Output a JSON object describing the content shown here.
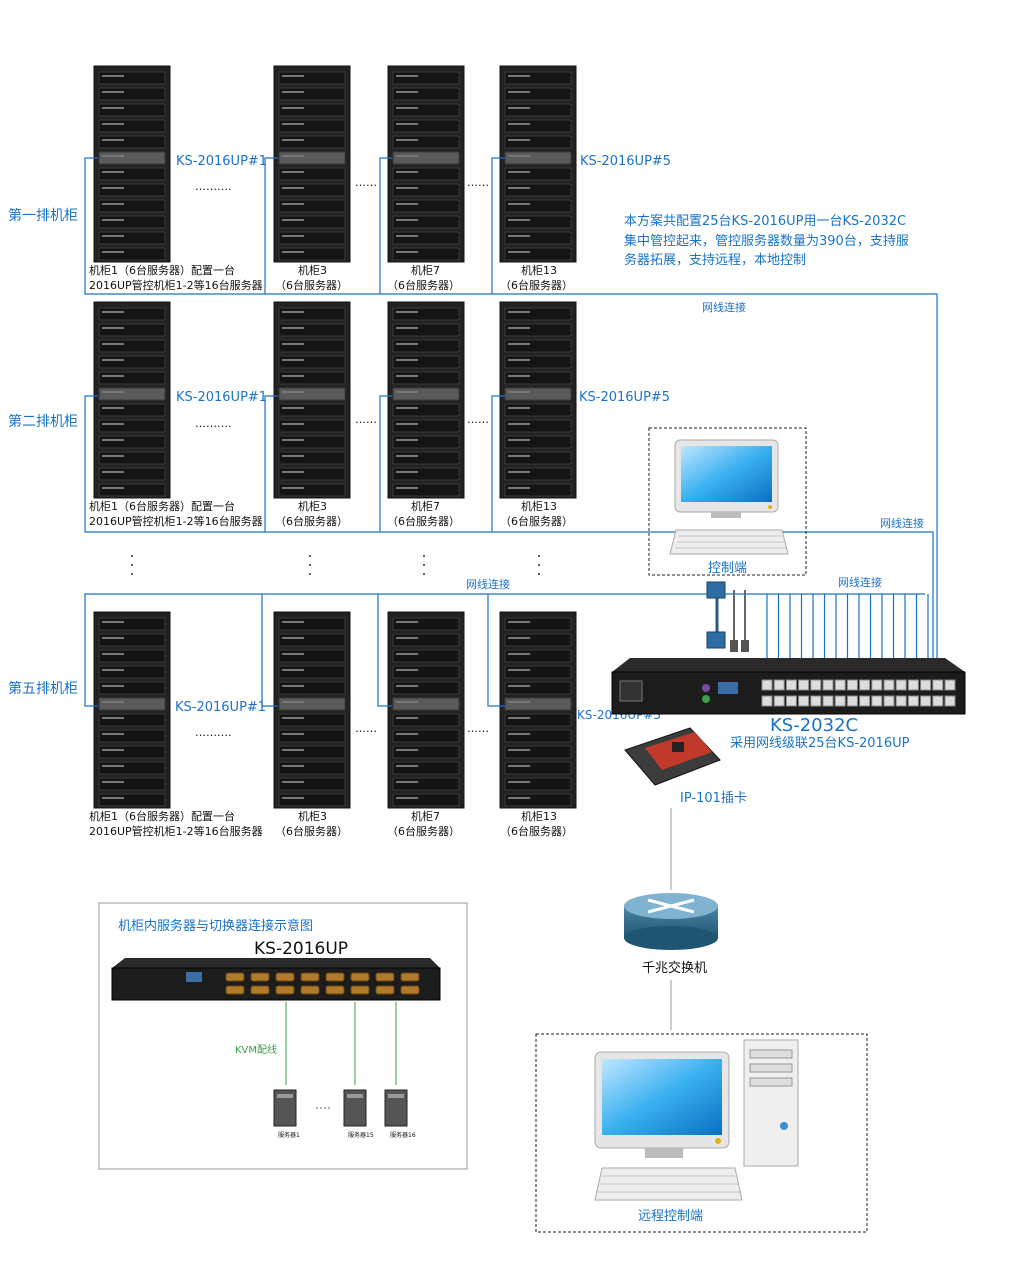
{
  "rows": [
    {
      "label": "第一排机柜"
    },
    {
      "label": "第二排机柜"
    },
    {
      "label": "第五排机柜"
    }
  ],
  "cabinet_labels": {
    "first_line1": "机柜1（6台服务器）配置一台",
    "first_line2": "2016UP管控机柜1-2等16台服务器",
    "c3_line1": "机柜3",
    "c7_line1": "机柜7",
    "c13_line1": "机柜13",
    "line2": "（6台服务器）"
  },
  "switch_left": "KS-2016UP#1",
  "switch_right": "KS-2016UP#5",
  "dots_h": "……….",
  "dots_small": "……",
  "note": {
    "line1": "本方案共配置25台KS-2016UP用一台KS-2032C",
    "line2": "集中管控起来，管控服务器数量为390台，支持服",
    "line3": "务器拓展，支持远程，本地控制"
  },
  "network_link": "网线连接",
  "control_station": "控制端",
  "main_switch": {
    "name": "KS-2032C",
    "desc": "采用网线级联25台KS-2016UP"
  },
  "ip_card": "IP-101插卡",
  "gigabit_switch": "千兆交换机",
  "remote_station": "远程控制端",
  "inset": {
    "title": "机柜内服务器与切换器连接示意图",
    "device": "KS-2016UP",
    "cable": "KVM配线",
    "server1": "服务器1",
    "server15": "服务器15",
    "server16": "服务器16"
  },
  "colors": {
    "accent": "#1a73c8",
    "rack": "#1e1e1e"
  }
}
